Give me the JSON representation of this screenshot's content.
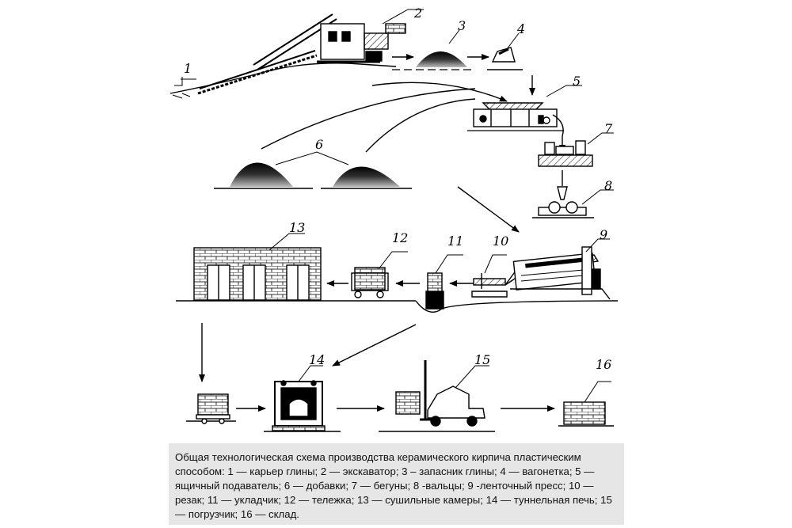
{
  "diagram": {
    "labels": {
      "n1": "1",
      "n2": "2",
      "n3": "3",
      "n4": "4",
      "n5": "5",
      "n6": "6",
      "n7": "7",
      "n8": "8",
      "n9": "9",
      "n10": "10",
      "n11": "11",
      "n12": "12",
      "n13": "13",
      "n14": "14",
      "n15": "15",
      "n16": "16"
    }
  },
  "caption": "Общая технологическая схема производства керамического кирпича пластическим способом: 1 — карьер глины; 2 — экскаватор; 3 – запасник глины; 4 — вагонетка; 5 — ящичный подаватель; 6 — добавки; 7 — бегуны; 8 -вальцы; 9 -ленточный пресс; 10 — резак; 11 — укладчик; 12 — тележка; 13 — сушильные камеры; 14 — туннельная печь; 15 — погрузчик; 16 — склад."
}
